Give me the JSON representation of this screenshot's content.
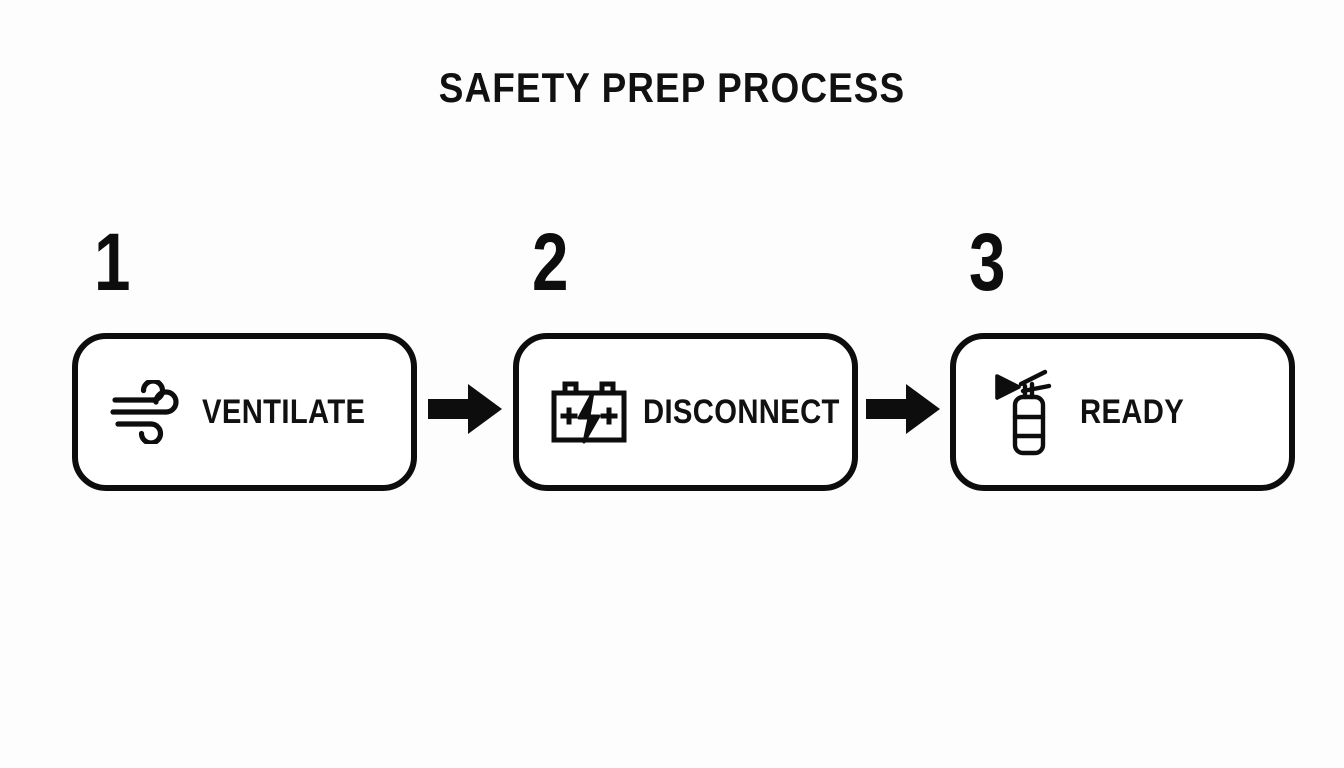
{
  "page": {
    "title": "SAFETY PREP PROCESS",
    "background_color": "#FDFDFD",
    "ink_color": "#0D0D0D"
  },
  "diagram": {
    "type": "horizontal-process-flow",
    "step_count": 3,
    "connector": "solid-right-arrow",
    "steps": [
      {
        "number": "1",
        "label": "VENTILATE",
        "icon": "wind-icon"
      },
      {
        "number": "2",
        "label": "DISCONNECT",
        "icon": "battery-bolt-icon"
      },
      {
        "number": "3",
        "label": "READY",
        "icon": "fire-extinguisher-icon"
      }
    ],
    "arrows": [
      {
        "name": "arrow-step-1-to-2",
        "direction": "right"
      },
      {
        "name": "arrow-step-2-to-3",
        "direction": "right"
      }
    ]
  }
}
